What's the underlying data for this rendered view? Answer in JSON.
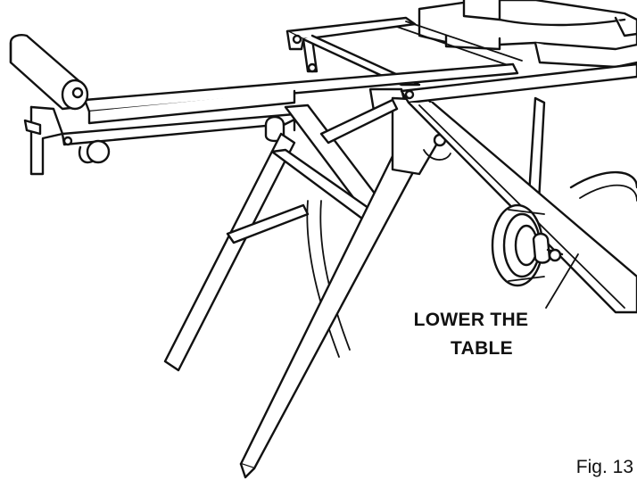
{
  "callout": {
    "line1": "LOWER THE",
    "line2": "TABLE"
  },
  "figure_label": "Fig. 13"
}
